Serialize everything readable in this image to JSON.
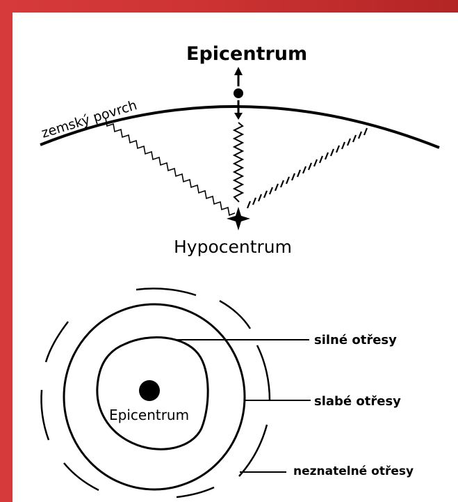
{
  "colors": {
    "frame": "#d63a3a",
    "ink": "#000000",
    "paper": "#ffffff"
  },
  "top_diagram": {
    "epicenter_label": "Epicentrum",
    "surface_label": "zemský povrch",
    "hypocenter_label": "Hypocentrum"
  },
  "bottom_diagram": {
    "center_label": "Epicentrum",
    "zones": [
      {
        "label": "silné otřesy"
      },
      {
        "label": "slabé otřesy"
      },
      {
        "label": "neznatelné otřesy"
      }
    ]
  }
}
